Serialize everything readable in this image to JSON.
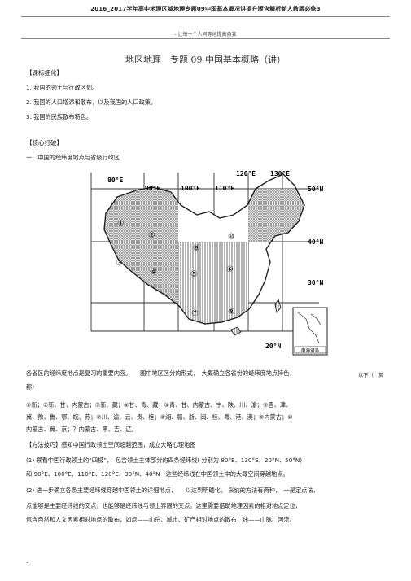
{
  "header": "2016_2017学年高中地理区域地理专题09中国基本概况讲提升版含解析新人教版必修3",
  "motto": "- 让每一个人同等地提高自我",
  "title": "地区地理　专题 09 中国基本概略（讲）",
  "sections": {
    "curriculum_heading": "【课标细化】",
    "curriculum_items": [
      "1. 我国的领土与行政区划。",
      "2. 我国的人口增添和散布，以及我国的人口政策。",
      "3. 我国的民族散布特色。"
    ],
    "core_heading": "【核心打破】",
    "part1_heading": "一、中国的经纬度地点与省级行政区"
  },
  "map": {
    "longitude_labels": [
      "80°E",
      "90°E",
      "100°E",
      "110°E",
      "120°E",
      "130°E"
    ],
    "latitude_labels": [
      "50°N",
      "40°N",
      "30°N",
      "20°N"
    ],
    "region_numbers": [
      "①",
      "②",
      "③",
      "④",
      "⑤",
      "⑥",
      "⑦",
      "⑧",
      "⑨",
      "⑩"
    ],
    "inset_label": "南海诸岛"
  },
  "body": {
    "p1a": "各省区的经纬度地点是复习的重要内容。　　图中地区区分的形式，　大概确立各省份的经纬度地点特色，",
    "p1b": "以下（　简",
    "p1c": "称）",
    "p2a": "①新；②新、甘、内蒙古；③新、藏；④甘、青、藏；⑤青、甘、内蒙古、宁、陕、川、渝；⑥晋、津、",
    "p2b": "冀、豫、鲁、鄂、皖、苏；⑦川、渝、云、贵、桂；⑧湘、赣、浙、闽、桂、粤、港、澳；⑨内蒙古；⑩",
    "p2c": "内蒙古、冀、京；？内蒙古、黑、吉、辽。",
    "p3": "【方法技巧】感知中国行政领土空间超越范围，成立大略心理地图",
    "p4a": "(1)  察看中国行政领土的“四极”，　包含领土主体部分的四条经纬线( 分别为 80°E、130°E、20°N、50°N)",
    "p4b": "和 90°E、100°E、110°E、120°E、30°N、40°N　这些经纬线在中国领土中的大概空间穿越地点。",
    "p5a": "(2) 进一步确立各条主要经纬线穿越中国领土的详细地点，　　以达到明确化。 采纳的方法有两种，　一是定点法，",
    "p5b": "点能够是主要经纬线的交点，也能够是经纬线与领土界限的交点。这里需要借助地理因素的相对地点定位，",
    "p5c": "包含自然和人文因素相对地点的散布，如点——山岳、城市、矿产相对地点的散布；线——山脉、河流、"
  },
  "page_number": "1"
}
